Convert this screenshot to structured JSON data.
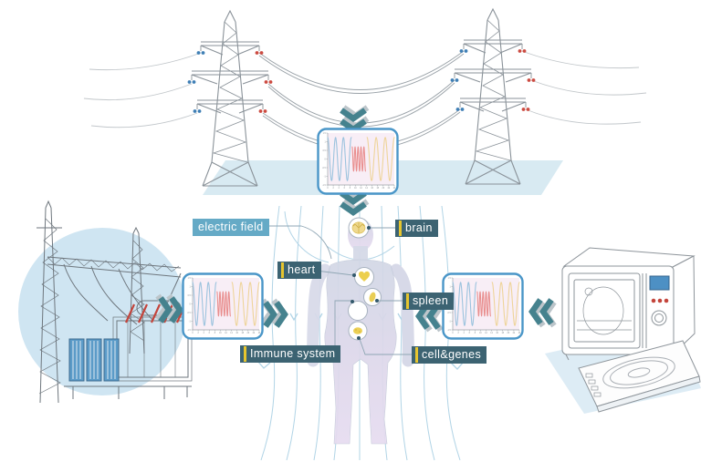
{
  "diagram": {
    "subject": "electromagnetic field sources acting on the human body",
    "sources": [
      {
        "id": "power-lines",
        "name": "high-voltage transmission lines"
      },
      {
        "id": "substation",
        "name": "electrical substation"
      },
      {
        "id": "appliances",
        "name": "microwave oven and induction cooktop"
      }
    ]
  },
  "labels": {
    "electric_field": "electric field",
    "brain": "brain",
    "heart": "heart",
    "spleen": "spleen",
    "immune_system": "Immune system",
    "cell_genes": "cell&genes"
  },
  "icons": {
    "arrow_down": "double-chevron-down",
    "arrow_right": "double-chevron-right",
    "arrow_left": "double-chevron-left",
    "field_arrow": "v-arrowhead-down"
  },
  "colors": {
    "label_dark": "#3c6372",
    "label_light": "#65aac6",
    "accent_yellow": "#e6c52e",
    "accent_teal": "#45828e",
    "arrow_shadow": "#bcc5ca",
    "chart_frame": "#4a96c8",
    "chart_bg": "#f8eef6",
    "wave_blue": "#9cc3de",
    "wave_red": "#e98f8f",
    "wave_yellow": "#eed49a",
    "field_line": "#b1d4e6",
    "ground_blue": "#d8eaf2",
    "backdrop_circle": "#cfe5f2",
    "insulator_blue": "#3f7fb5",
    "insulator_red": "#cc4b41",
    "organ_yellow": "#eccf4e",
    "body_tint": "#ddd8ea"
  },
  "chart_data": {
    "type": "line",
    "title": "",
    "xlabel": "",
    "ylabel": "",
    "x_range": [
      0,
      24
    ],
    "y_range": [
      -1.5,
      1.5
    ],
    "x_tick_step": 2,
    "y_tick_step": 0.5,
    "grid": false,
    "legend": false,
    "frame_color": "#4a96c8",
    "background": "#f8eef6",
    "panels": [
      "below-power-lines",
      "from-substation",
      "from-appliances"
    ],
    "series": [
      {
        "name": "low-frequency wave",
        "color": "#9cc3de",
        "x_start": 0,
        "x_end": 8.5,
        "cycles": 3,
        "amplitude": 1.25,
        "phase_deg": 90
      },
      {
        "name": "high-frequency burst",
        "color": "#e98f8f",
        "x_start": 8.8,
        "x_end": 13.6,
        "cycles": 4.5,
        "amplitude": 0.7,
        "phase_deg": 90
      },
      {
        "name": "low-frequency wave",
        "color": "#eed49a",
        "x_start": 14.2,
        "x_end": 24,
        "cycles": 3,
        "amplitude": 1.25,
        "phase_deg": 90
      }
    ]
  }
}
